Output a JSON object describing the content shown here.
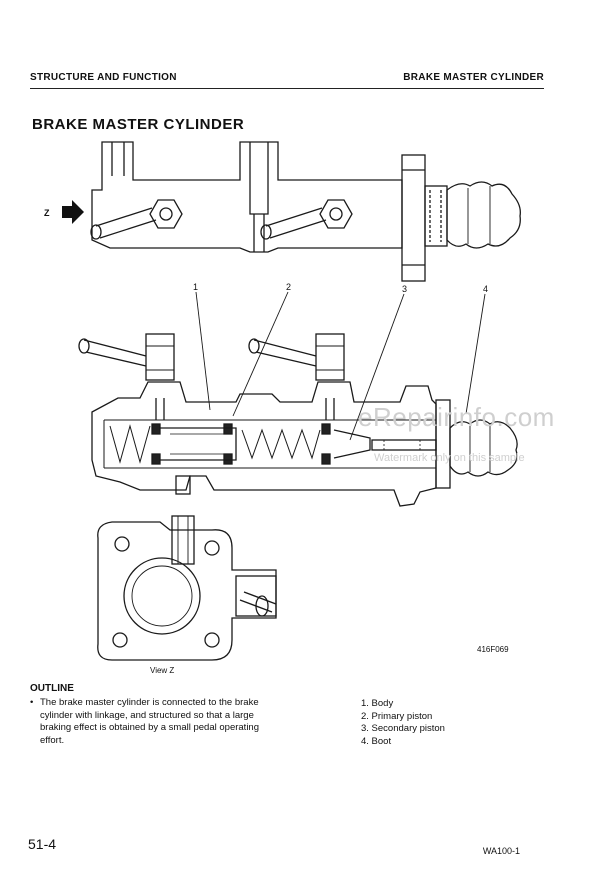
{
  "header": {
    "section": "STRUCTURE AND FUNCTION",
    "topic": "BRAKE MASTER CYLINDER"
  },
  "title": "BRAKE MASTER CYLINDER",
  "figure": {
    "z_label": "Z",
    "callouts": [
      "1",
      "2",
      "3",
      "4"
    ],
    "view_label": "View Z",
    "figure_code": "416F069"
  },
  "outline": {
    "heading": "OUTLINE",
    "bullet": "•",
    "text": "The brake master cylinder is connected to the brake cylinder with linkage, and structured so that a large braking effect is obtained by a small pedal operating effort."
  },
  "parts": [
    "1. Body",
    "2. Primary piston",
    "3. Secondary piston",
    "4. Boot"
  ],
  "watermark": {
    "site": "eRepairinfo.com",
    "note": "Watermark only on this sample"
  },
  "footer": {
    "page": "51-4",
    "model": "WA100-1"
  }
}
